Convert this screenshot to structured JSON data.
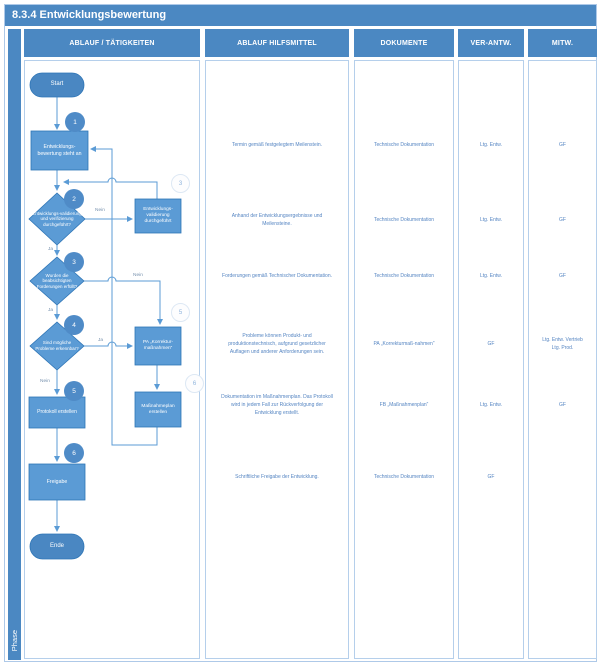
{
  "title": "8.3.4 Entwicklungsbewertung",
  "phase_label": "Phase",
  "colors": {
    "bar_blue": "#4b88c2",
    "shape_fill": "#5b9bd5",
    "shape_border": "#2e75b6",
    "terminal_fill": "#4a87c2",
    "connector": "#5b9bd5",
    "cell_text": "#5585c2",
    "grid_border": "#b5cfeb"
  },
  "columns": [
    {
      "label": "ABLAUF / TÄTIGKEITEN"
    },
    {
      "label": "ABLAUF HILFSMITTEL"
    },
    {
      "label": "DOKUMENTE"
    },
    {
      "label": "VER-ANTW."
    },
    {
      "label": "MITW."
    }
  ],
  "flowchart": {
    "start_label": "Start",
    "end_label": "Ende",
    "yes_label": "Ja",
    "no_label": "Nein",
    "nodes": {
      "bewertung": {
        "label": "Entwicklungs-bewertung steht an",
        "badge": "1"
      },
      "validierung_check": {
        "label": "Entwicklungs-validierung und verifizierung durchgeführt?",
        "badge": "2"
      },
      "validierung_box": {
        "label": "Entwicklungs-validierung durchgeführt",
        "badge": "3"
      },
      "forderungen_check": {
        "label": "Wurden die beabsichtigten Forderungen erfüllt?",
        "badge": "3"
      },
      "probleme_check": {
        "label": "Sind mögliche Probleme erkennbar?",
        "badge": "4"
      },
      "korrektur_box": {
        "label": "PA „Korrektur-maßnahmen“",
        "badge": "5"
      },
      "massnahmeplan_box": {
        "label": "Maßnahmeplan erstellen",
        "badge": "6"
      },
      "protokoll_box": {
        "label": "Protokoll erstellen",
        "badge": "5"
      },
      "freigabe_box": {
        "label": "Freigabe",
        "badge": "6"
      }
    }
  },
  "rows": [
    {
      "hilfsmittel": "Termin gemäß festgelegtem Meilenstein.",
      "dokumente": "Technische Dokumentation",
      "verantw": "Ltg. Entw.",
      "mitw": "GF"
    },
    {
      "hilfsmittel": "Anhand der Entwicklungsergebnisse und Meilensteine.",
      "dokumente": "Technische Dokumentation",
      "verantw": "Ltg. Entw.",
      "mitw": "GF"
    },
    {
      "hilfsmittel": "Forderungen gemäß Technischer Dokumentation.",
      "dokumente": "Technische Dokumentation",
      "verantw": "Ltg. Entw.",
      "mitw": "GF"
    },
    {
      "hilfsmittel": "Probleme können Produkt- und produktionstechnisch, aufgrund gesetzlicher Auflagen und anderer Anforderungen sein.",
      "dokumente": "PA „Korrekturmaß-nahmen“",
      "verantw": "GF",
      "mitw": "Ltg. Entw. Vertrieb Ltg. Prod."
    },
    {
      "hilfsmittel": "Dokumentation im Maßnahmenplan. Das Protokoll wird in jedem Fall zur Rückverfolgung der Entwicklung erstellt.",
      "dokumente": "FB „Maßnahmenplan“",
      "verantw": "Ltg. Entw.",
      "mitw": "GF"
    },
    {
      "hilfsmittel": "Schriftliche Freigabe der Entwicklung.",
      "dokumente": "Technische Dokumentation",
      "verantw": "GF",
      "mitw": ""
    }
  ]
}
